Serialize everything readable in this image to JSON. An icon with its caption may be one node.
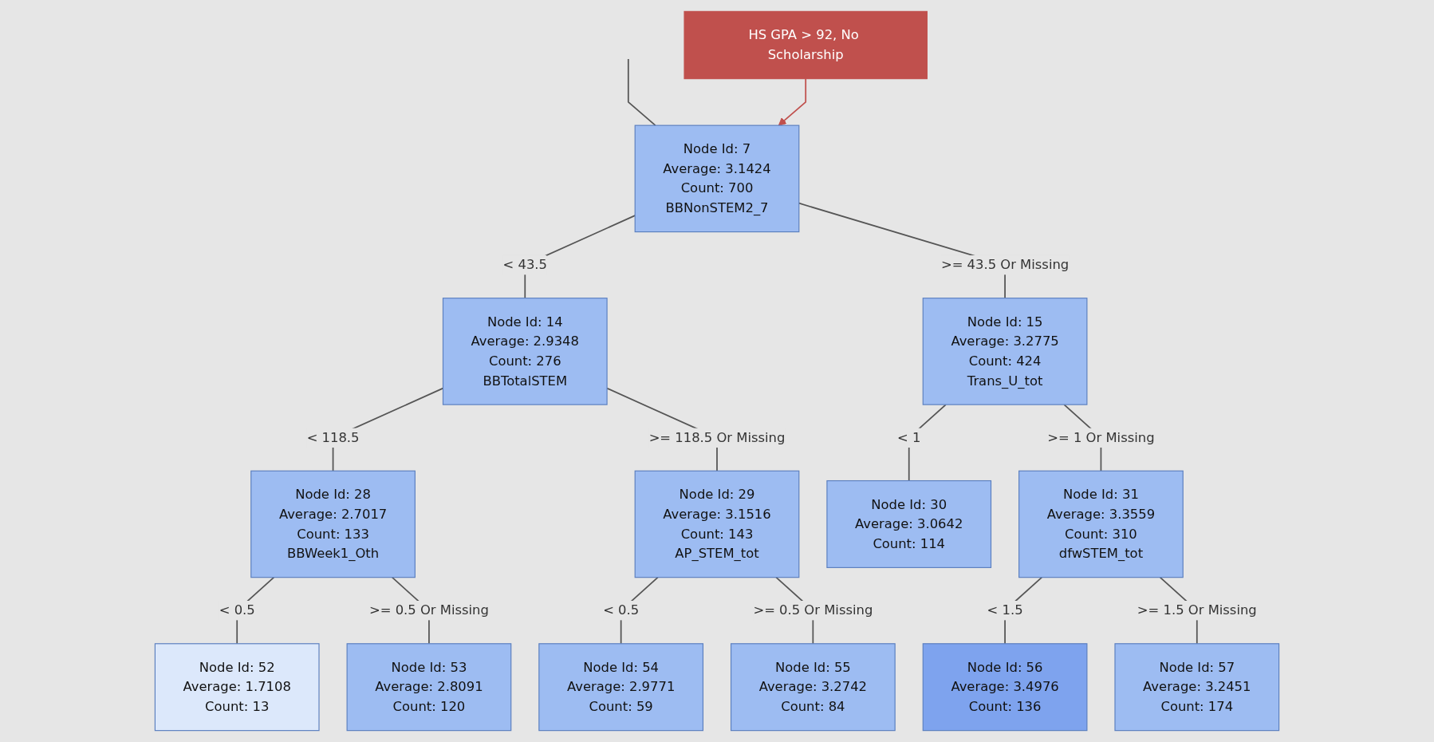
{
  "diagram": {
    "nodes": [
      {
        "text": [
          "HS GPA > 92, No Scholarship"
        ]
      },
      {
        "text": [
          "Node Id: 7",
          "Average: 3.1424",
          "Count: 700",
          "BBNonSTEM2_7"
        ]
      },
      {
        "text": [
          "Node Id: 14",
          "Average: 2.9348",
          "Count: 276",
          "BBTotalSTEM"
        ]
      },
      {
        "text": [
          "Node Id: 15",
          "Average: 3.2775",
          "Count: 424",
          "Trans_U_tot"
        ]
      },
      {
        "text": [
          "Node Id: 28",
          "Average: 2.7017",
          "Count: 133",
          "BBWeek1_Oth"
        ]
      },
      {
        "text": [
          "Node Id: 29",
          "Average: 3.1516",
          "Count: 143",
          "AP_STEM_tot"
        ]
      },
      {
        "text": [
          "Node Id: 30",
          "Average: 3.0642",
          "Count: 114"
        ]
      },
      {
        "text": [
          "Node Id: 31",
          "Average: 3.3559",
          "Count: 310",
          "dfwSTEM_tot"
        ]
      },
      {
        "text": [
          "Node Id: 52",
          "Average: 1.7108",
          "Count: 13"
        ]
      },
      {
        "text": [
          "Node Id: 53",
          "Average: 2.8091",
          "Count: 120"
        ]
      },
      {
        "text": [
          "Node Id: 54",
          "Average: 2.9771",
          "Count: 59"
        ]
      },
      {
        "text": [
          "Node Id: 55",
          "Average: 3.2742",
          "Count: 84"
        ]
      },
      {
        "text": [
          "Node Id: 56",
          "Average: 3.4976",
          "Count: 136"
        ]
      },
      {
        "text": [
          "Node Id: 57",
          "Average: 3.2451",
          "Count: 174"
        ]
      }
    ],
    "edges": [
      {
        "from": null,
        "to": 1,
        "arrow": "none"
      },
      {
        "from": 0,
        "to": 1,
        "arrow": "to",
        "color": "#c0504d"
      },
      {
        "from": 1,
        "to": 2,
        "arrow": "none",
        "label": "< 43.5"
      },
      {
        "from": 1,
        "to": 3,
        "arrow": "none",
        "label": ">= 43.5 Or Missing"
      },
      {
        "from": 2,
        "to": 4,
        "arrow": "none",
        "label": "< 118.5"
      },
      {
        "from": 2,
        "to": 5,
        "arrow": "none",
        "label": ">= 118.5 Or Missing"
      },
      {
        "from": 3,
        "to": 6,
        "arrow": "none",
        "label": "< 1"
      },
      {
        "from": 3,
        "to": 7,
        "arrow": "none",
        "label": ">= 1 Or Missing"
      },
      {
        "from": 4,
        "to": 8,
        "arrow": "none",
        "label": "< 0.5"
      },
      {
        "from": 4,
        "to": 9,
        "arrow": "none",
        "label": ">= 0.5 Or Missing"
      },
      {
        "from": 5,
        "to": 10,
        "arrow": "none",
        "label": "< 0.5"
      },
      {
        "from": 5,
        "to": 11,
        "arrow": "none",
        "label": ">= 0.5 Or Missing"
      },
      {
        "from": 7,
        "to": 12,
        "arrow": "none",
        "label": "< 1.5"
      },
      {
        "from": 7,
        "to": 13,
        "arrow": "none",
        "label": ">= 1.5 Or Missing"
      }
    ]
  }
}
